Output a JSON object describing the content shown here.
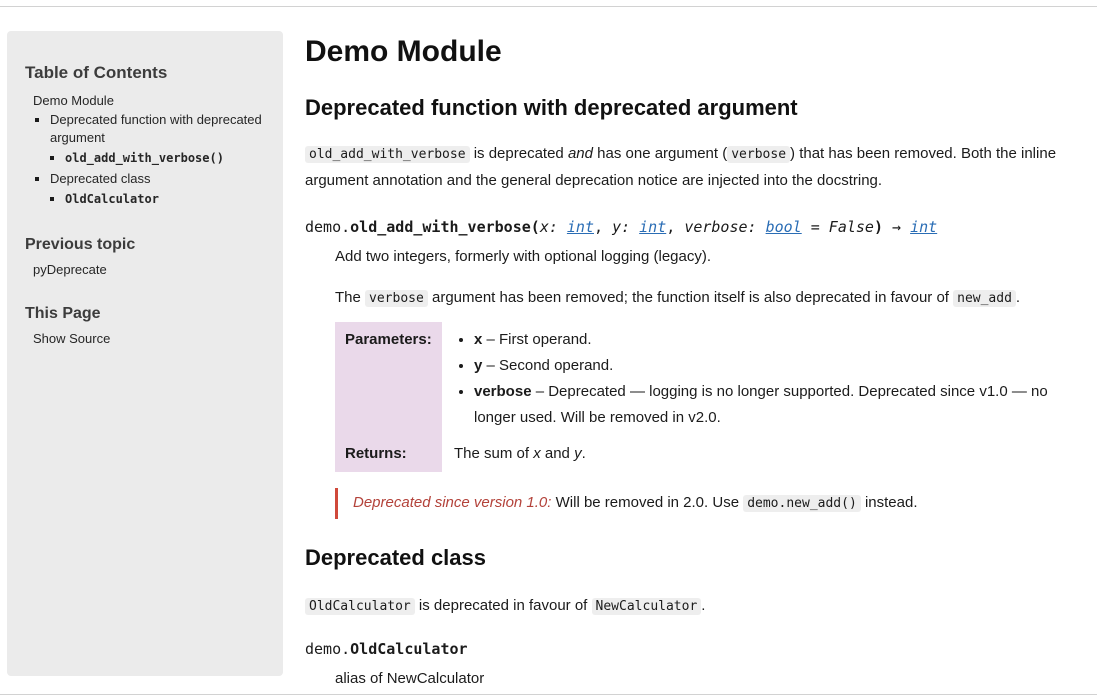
{
  "colors": {
    "link_blue": "#2a6db5",
    "deprecated_text": "#b3423a",
    "deprecated_border": "#d0493b",
    "field_label_bg": "#ead9ea",
    "inline_code_bg": "#eeeeee",
    "sidebar_bg": "#ebebeb"
  },
  "sidebar": {
    "toc_title": "Table of Contents",
    "toc": {
      "root_label": "Demo Module",
      "fn_label": "Deprecated function with deprecated argument",
      "fn_sub_label": "old_add_with_verbose()",
      "class_label": "Deprecated class",
      "class_sub_label": "OldCalculator"
    },
    "previous_topic_title": "Previous topic",
    "previous_topic_link": "pyDeprecate",
    "this_page_title": "This Page",
    "show_source_link": "Show Source"
  },
  "main": {
    "title": "Demo Module",
    "fn_section": {
      "heading": "Deprecated function with deprecated argument",
      "intro": {
        "code1": "old_add_with_verbose",
        "t1": " is deprecated ",
        "em1": "and",
        "t2": " has one argument (",
        "code2": "verbose",
        "t3": ") that has been removed. Both the inline argument annotation and the general deprecation notice are injected into the docstring."
      },
      "signature": {
        "module": "demo.",
        "name": "old_add_with_verbose",
        "open_paren": "(",
        "arg1_name": "x: ",
        "arg1_type": "int",
        "comma1": ", ",
        "arg2_name": "y: ",
        "arg2_type": "int",
        "comma2": ", ",
        "arg3_name": "verbose: ",
        "arg3_type": "bool",
        "arg3_default": " = False",
        "close_paren": ")",
        "arrow": " → ",
        "return_type": "int"
      },
      "summary": "Add two integers, formerly with optional logging (legacy).",
      "removed_note": {
        "t1": "The ",
        "code1": "verbose",
        "t2": " argument has been removed; the function itself is also deprecated in favour of ",
        "code2": "new_add",
        "t3": "."
      },
      "fields": {
        "parameters_label": "Parameters:",
        "parameters": [
          {
            "name": "x",
            "desc": " – First operand."
          },
          {
            "name": "y",
            "desc": " – Second operand."
          },
          {
            "name": "verbose",
            "desc": " – Deprecated — logging is no longer supported. Deprecated since v1.0 — no longer used. Will be removed in v2.0."
          }
        ],
        "returns_label": "Returns:",
        "returns": {
          "t1": "The sum of ",
          "var1": "x",
          "t2": " and ",
          "var2": "y",
          "t3": "."
        }
      },
      "deprecation": {
        "lead": "Deprecated since version 1.0: ",
        "t1": "Will be removed in 2.0. Use ",
        "code1": "demo.new_add()",
        "t2": " instead."
      }
    },
    "class_section": {
      "heading": "Deprecated class",
      "intro": {
        "code1": "OldCalculator",
        "t1": " is deprecated in favour of ",
        "code2": "NewCalculator",
        "t2": "."
      },
      "signature": {
        "module": "demo.",
        "name": "OldCalculator"
      },
      "alias": "alias of NewCalculator"
    }
  }
}
